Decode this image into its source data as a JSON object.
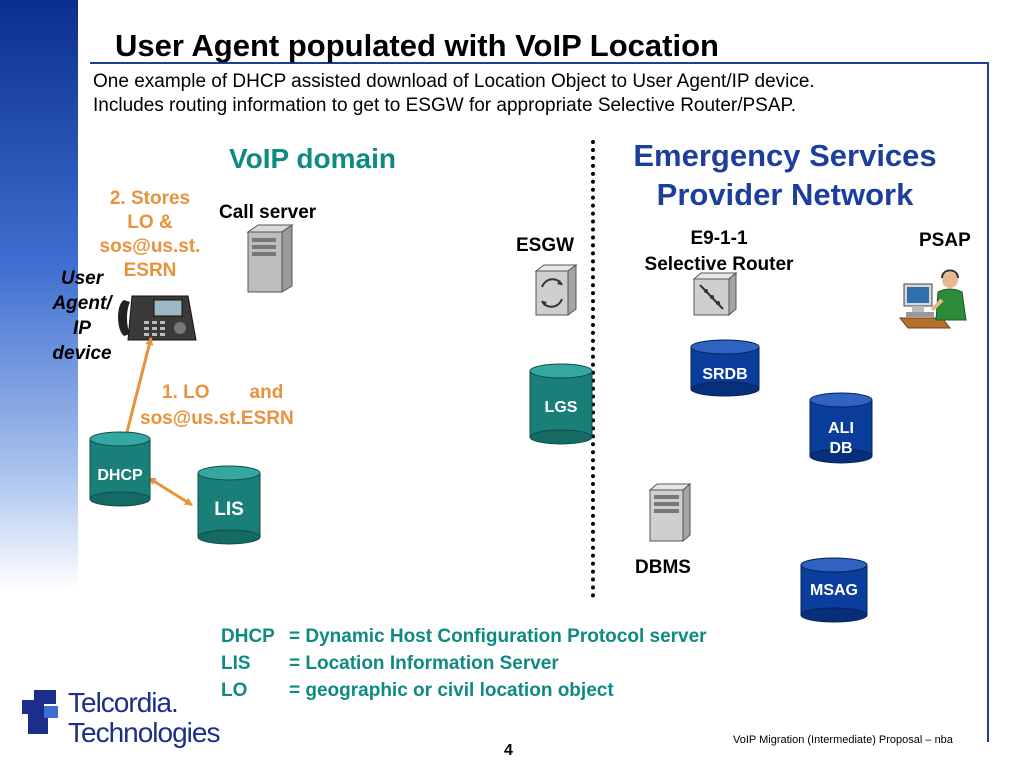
{
  "slide": {
    "title": "User Agent populated with VoIP Location",
    "subtitle_line1": "One example of DHCP assisted download of Location Object to User Agent/IP device.",
    "subtitle_line2": "Includes routing information to get to ESGW for appropriate Selective Router/PSAP."
  },
  "voip": {
    "domain_label": "VoIP domain",
    "call_server": "Call server",
    "stores_line1": "2. Stores",
    "stores_line2": "LO &",
    "stores_line3": "sos@us.st.",
    "stores_line4": "ESRN",
    "ua_line1": "User",
    "ua_line2": "Agent/",
    "ua_line3": "IP",
    "ua_line4": "device",
    "lo_line1a": "1. LO",
    "lo_line1b": "and",
    "lo_line2": "sos@us.st.ESRN",
    "dhcp": "DHCP",
    "lis": "LIS"
  },
  "esp": {
    "line1": "Emergency Services",
    "line2": "Provider Network",
    "esgw": "ESGW",
    "lgs": "LGS",
    "e911_line1": "E9-1-1",
    "e911_line2": "Selective Router",
    "psap": "PSAP",
    "srdb": "SRDB",
    "ali_line1": "ALI",
    "ali_line2": "DB",
    "dbms": "DBMS",
    "msag": "MSAG"
  },
  "legend": [
    {
      "key": "DHCP",
      "desc": "= Dynamic Host Configuration Protocol server"
    },
    {
      "key": "LIS",
      "desc": "= Location Information Server"
    },
    {
      "key": "LO",
      "desc": "= geographic or civil location object"
    }
  ],
  "footer": {
    "text": "VoIP Migration (Intermediate) Proposal  – nba",
    "page": "4",
    "logo_line1": "Telcordia.",
    "logo_line2": "Technologies"
  },
  "colors": {
    "teal": "#0f8a83",
    "navy": "#1d3f9c",
    "orange": "#e8923b",
    "dark_blue_db": "#0b3e9c"
  }
}
